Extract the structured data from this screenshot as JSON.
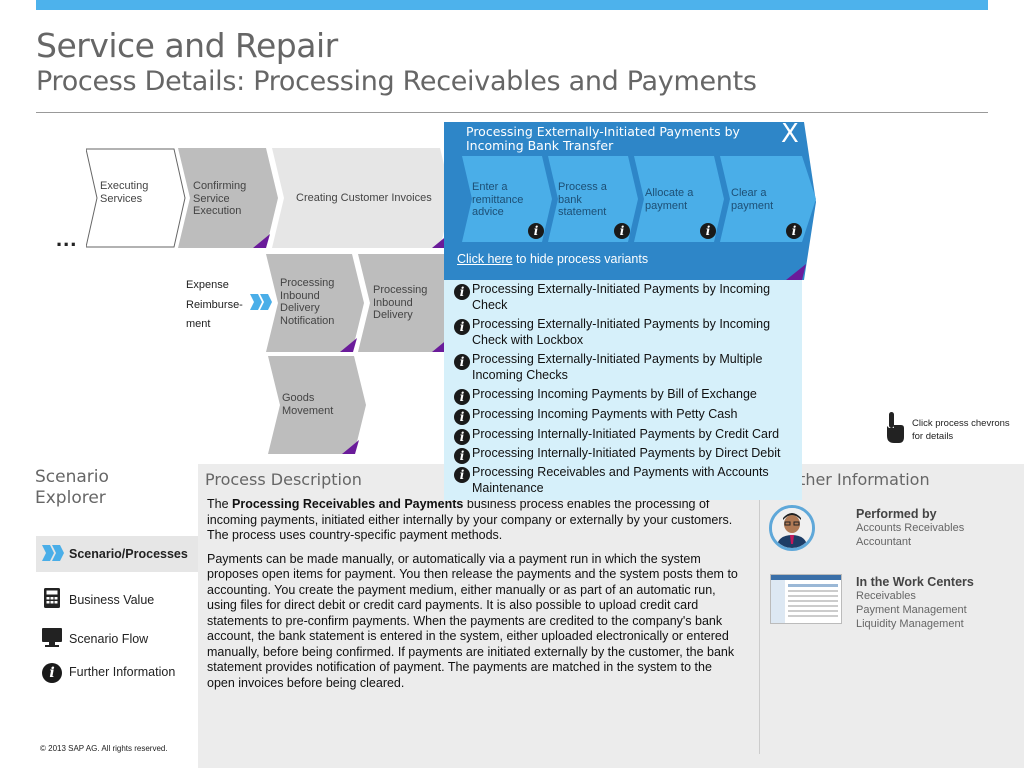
{
  "header": {
    "title": "Service and Repair",
    "subtitle": "Process Details: Processing Receivables and Payments"
  },
  "flow": {
    "ellipsis": "...",
    "chevrons": [
      {
        "id": "executing",
        "label": "Executing\nServices"
      },
      {
        "id": "confirming",
        "label": "Confirming\nService\nExecution"
      },
      {
        "id": "invoices",
        "label": "Creating Customer Invoices"
      },
      {
        "id": "inbound-notif",
        "label": "Processing\nInbound\nDelivery\nNotification"
      },
      {
        "id": "inbound-delivery",
        "label": "Processing\nInbound\nDelivery"
      },
      {
        "id": "goods",
        "label": "Goods\nMovement"
      }
    ],
    "expense_label": "Expense Reimburse-ment",
    "expense_lines": [
      "Expense",
      "Reimburse-",
      "ment"
    ]
  },
  "panel": {
    "title": "Processing Externally-Initiated Payments by Incoming Bank Transfer",
    "close_label": "X",
    "steps": [
      {
        "label": "Enter a\nremittance\nadvice"
      },
      {
        "label": "Process a\nbank\nstatement"
      },
      {
        "label": "Allocate a\npayment"
      },
      {
        "label": "Clear a\npayment"
      }
    ],
    "info_glyph": "i",
    "hide_link": "Click here",
    "hide_rest": " to hide process variants"
  },
  "variants": [
    "Processing Externally-Initiated Payments by Incoming Check",
    "Processing Externally-Initiated Payments by Incoming Check with Lockbox",
    "Processing Externally-Initiated Payments by Multiple Incoming Checks",
    "Processing Incoming Payments by Bill of Exchange",
    "Processing Incoming Payments with Petty Cash",
    "Processing Internally-Initiated Payments by Credit Card",
    "Processing Internally-Initiated Payments by Direct Debit",
    "Processing Receivables and Payments with Accounts Maintenance"
  ],
  "hint": {
    "text": "Click process chevrons for details"
  },
  "explorer": {
    "title_line1": "Scenario",
    "title_line2": "Explorer",
    "items": [
      {
        "label": "Scenario/Processes",
        "icon": "chevrons-icon"
      },
      {
        "label": "Business Value",
        "icon": "calculator-icon"
      },
      {
        "label": "Scenario Flow",
        "icon": "monitor-icon"
      },
      {
        "label": "Further Information",
        "icon": "info-icon"
      }
    ]
  },
  "description": {
    "title": "Process Description",
    "p1_pre": "The ",
    "p1_bold": "Processing Receivables and Payments",
    "p1_post": " business process enables the processing of incoming payments, initiated either internally by your company or externally by your customers. The process uses country-specific payment methods.",
    "p2": "Payments can be made manually, or automatically via a payment run in which the system proposes open items for payment. You then release the payments and the system posts them to accounting. You create the payment medium, either manually or as part of an automatic run, using files for direct debit or credit card payments. It is also possible to upload credit card statements to pre-confirm payments. When the payments are credited to the company's bank account, the bank statement is entered in the system, either uploaded electronically or entered manually, before being confirmed. If payments are initiated externally by the customer, the bank statement provides notification of payment. The payments are matched in the system to the open invoices before being cleared."
  },
  "further": {
    "title": "Further Information",
    "performed_title": "Performed by",
    "performed_role": "Accounts Receivables Accountant",
    "wc_title": "In the Work Centers",
    "wc_items": [
      "Receivables",
      "Payment Management",
      "Liquidity Management"
    ]
  },
  "footer": {
    "copyright": "© 2013 SAP AG. All rights reserved."
  },
  "colors": {
    "accent_blue": "#4db2ec",
    "panel_blue": "#2e86c8",
    "step_blue": "#4aaee8",
    "variant_bg": "#d6f0fa",
    "corner_purple": "#6a1b9a"
  }
}
